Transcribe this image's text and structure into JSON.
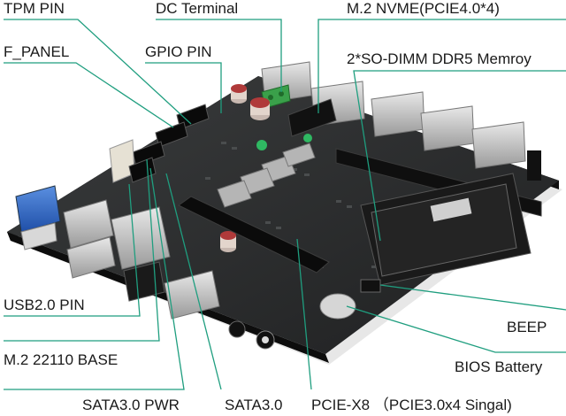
{
  "labels": {
    "tpm_pin": "TPM PIN",
    "dc_terminal": "DC Terminal",
    "m2_nvme": "M.2 NVME(PCIE4.0*4)",
    "f_panel": "F_PANEL",
    "gpio_pin": "GPIO PIN",
    "sodimm": "2*SO-DIMM DDR5 Memroy",
    "usb2_pin": "USB2.0 PIN",
    "beep": "BEEP",
    "m2_base": "M.2 22110 BASE",
    "bios_battery": "BIOS Battery",
    "sata_pwr": "SATA3.0 PWR",
    "sata": "SATA3.0",
    "pcie_x8": "PCIE-X8 （PCIE3.0x4 Singal)"
  },
  "colors": {
    "leader_line": "#1f9e7f",
    "pcb": "#2b2d2e",
    "text": "#1a1a1a"
  }
}
